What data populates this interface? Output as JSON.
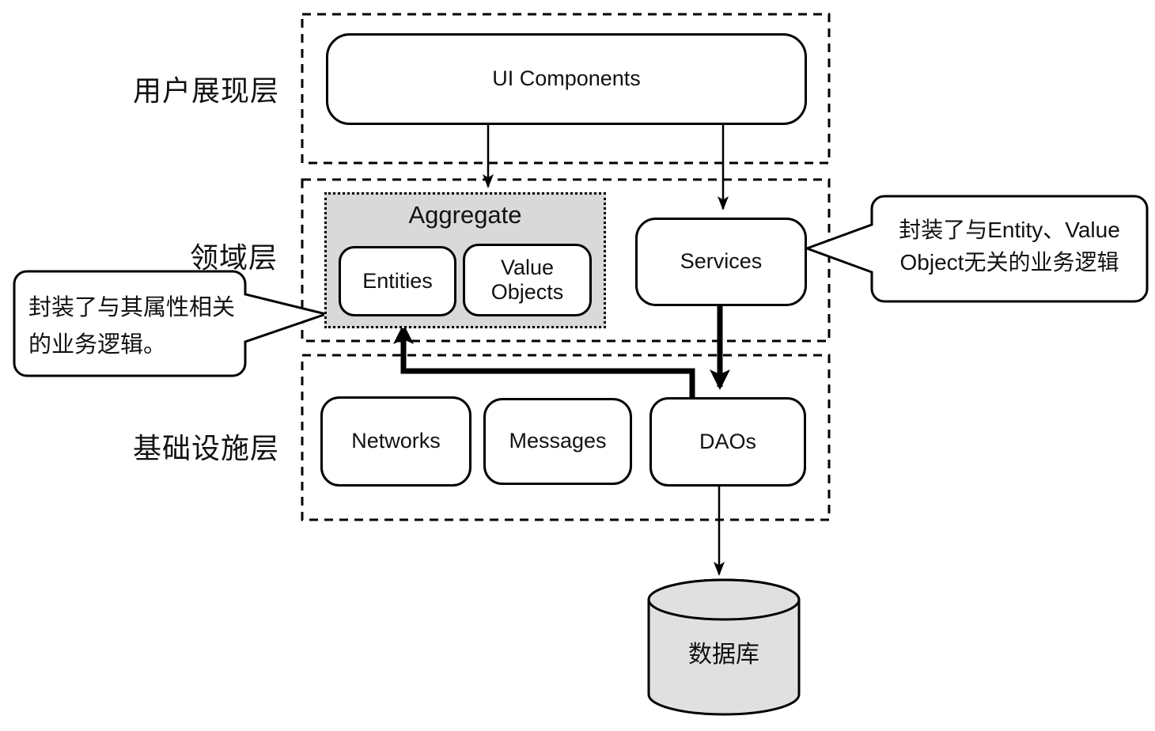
{
  "layers": {
    "presentation": {
      "label": "用户展现层"
    },
    "domain": {
      "label": "领域层"
    },
    "infrastructure": {
      "label": "基础设施层"
    }
  },
  "nodes": {
    "ui_components": {
      "label": "UI Components"
    },
    "aggregate": {
      "title": "Aggregate"
    },
    "entities": {
      "label": "Entities"
    },
    "value_objects": {
      "label": "Value Objects"
    },
    "services": {
      "label": "Services"
    },
    "networks": {
      "label": "Networks"
    },
    "messages": {
      "label": "Messages"
    },
    "daos": {
      "label": "DAOs"
    },
    "database": {
      "label": "数据库"
    }
  },
  "callouts": {
    "entities_note": {
      "target": "Entities",
      "lines": [
        "封装了与其属性相关",
        "的业务逻辑。"
      ]
    },
    "services_note": {
      "target": "Services",
      "lines": [
        "封装了与Entity、Value",
        "Object无关的业务逻辑"
      ]
    }
  },
  "edges": [
    {
      "from": "UI Components",
      "to": "Aggregate",
      "style": "thin-arrow"
    },
    {
      "from": "UI Components",
      "to": "Services",
      "style": "thin-arrow"
    },
    {
      "from": "Services",
      "to": "DAOs",
      "style": "thick-arrow"
    },
    {
      "from": "DAOs",
      "to": "Entities",
      "style": "thick-arrow"
    },
    {
      "from": "DAOs",
      "to": "数据库",
      "style": "thin-arrow"
    }
  ],
  "colors": {
    "stroke": "#000000",
    "background": "#ffffff",
    "aggregate_fill": "#d9d9d9",
    "database_fill": "#e0e0e0"
  }
}
